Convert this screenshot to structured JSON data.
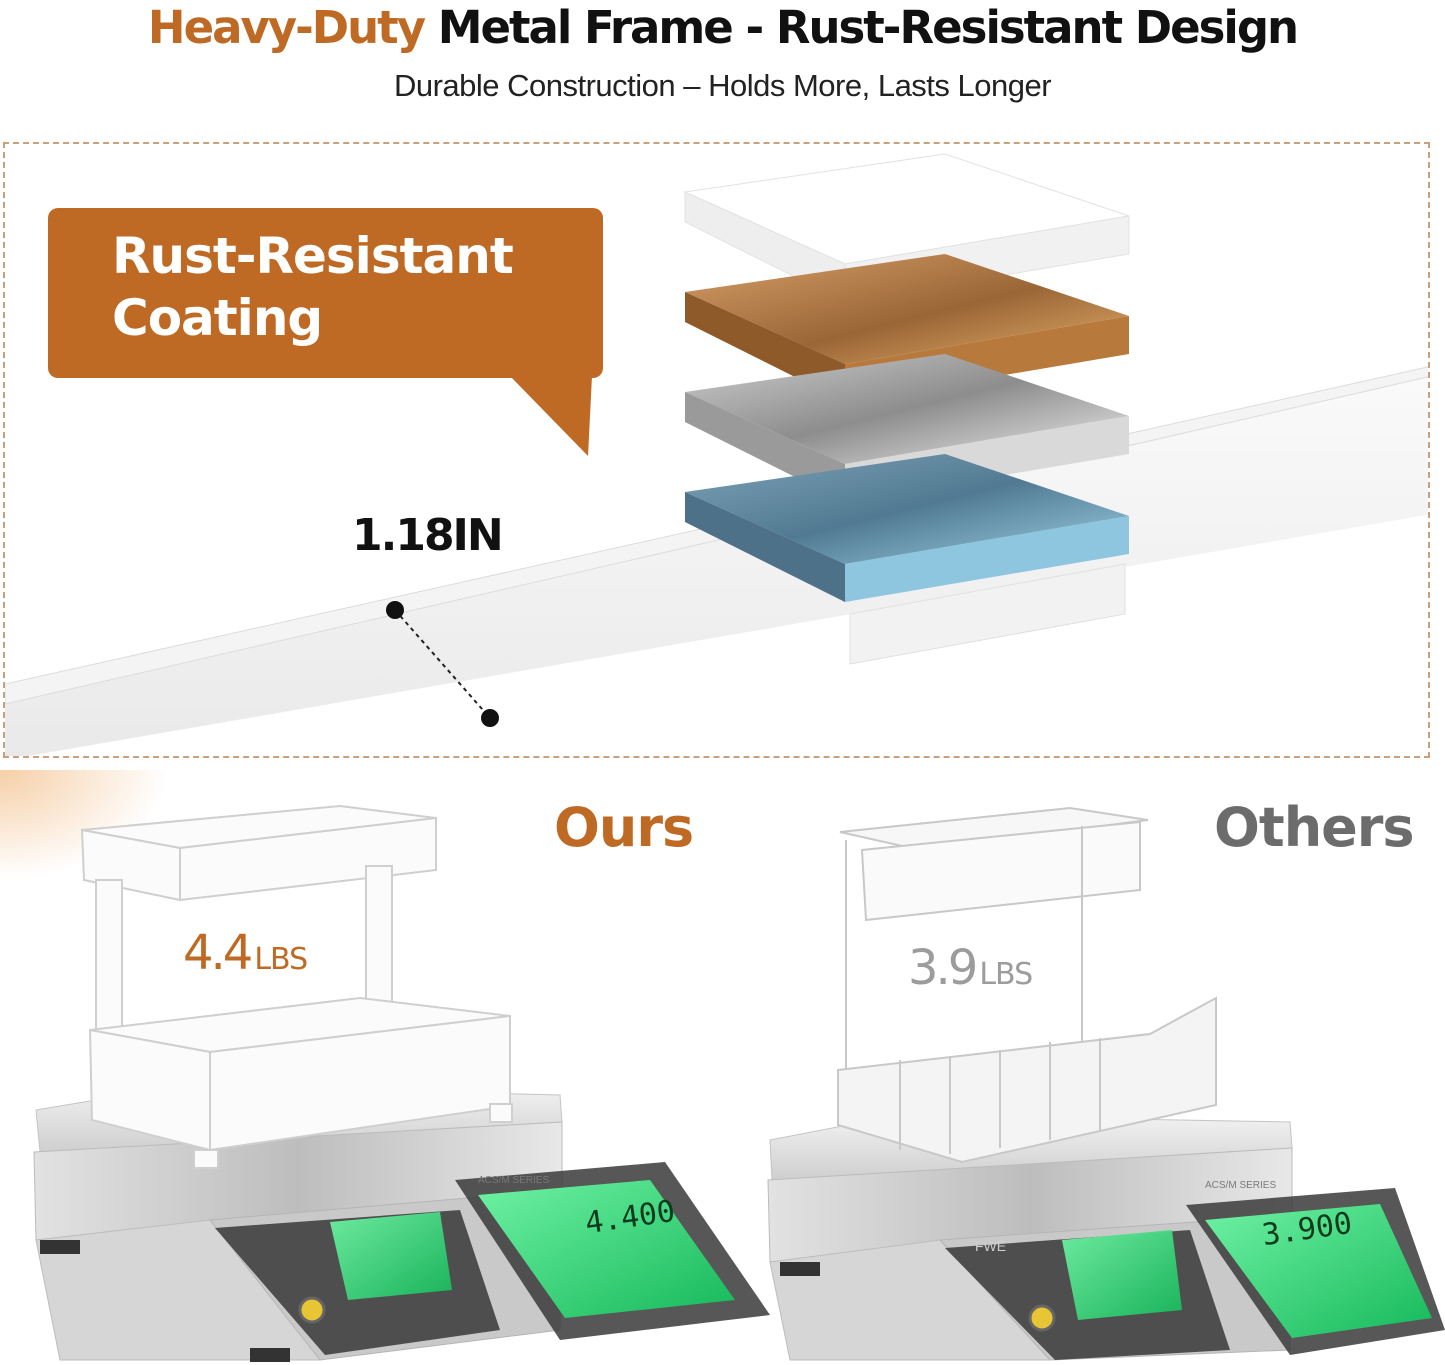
{
  "header": {
    "title_accent": "Heavy-Duty",
    "title_rest": "Metal Frame - Rust-Resistant Design",
    "subtitle": "Durable Construction – Holds More, Lasts Longer"
  },
  "detail": {
    "callout_line1": "Rust-Resistant",
    "callout_line2": "Coating",
    "dimension": "1.18IN"
  },
  "comparison": {
    "ours": {
      "label": "Ours",
      "weight_value": "4.4",
      "weight_unit": "LBS",
      "display_value": "4.400",
      "series": "ACS/M SERIES"
    },
    "others": {
      "label": "Others",
      "weight_value": "3.9",
      "weight_unit": "LBS",
      "display_value": "3.900",
      "series": "ACS/M SERIES",
      "brand": "FWE"
    }
  },
  "colors": {
    "accent": "#bf6a24",
    "others_gray": "#6c6c6c",
    "lcd_green": "#2ee07a"
  }
}
